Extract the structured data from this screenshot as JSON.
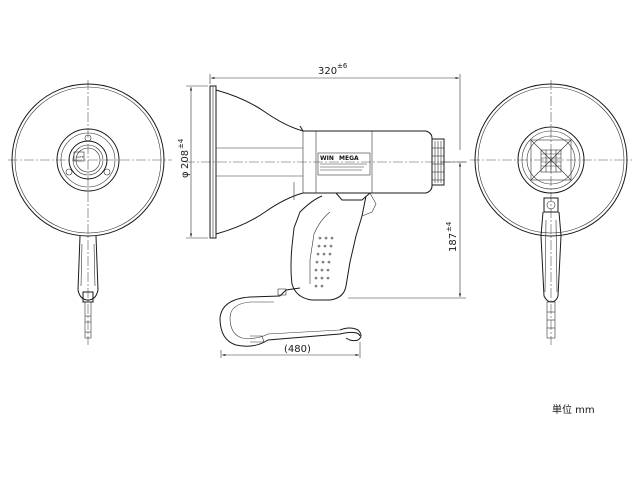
{
  "dimensions": {
    "length": {
      "nominal": "320",
      "tolerance": "±6"
    },
    "diameter": {
      "prefix": "φ",
      "nominal": "208",
      "tolerance": "±4"
    },
    "height": {
      "nominal": "187",
      "tolerance": "±4"
    },
    "strap": "(480)"
  },
  "device_label": {
    "brand_left": "WIN",
    "brand_right": "MEGA"
  },
  "unit_label": "単位 mm"
}
